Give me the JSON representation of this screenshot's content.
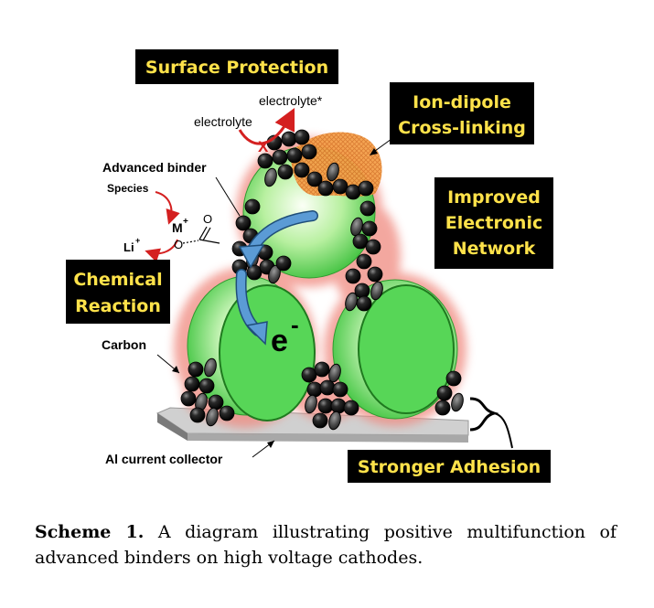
{
  "labels": {
    "surface_protection": "Surface Protection",
    "ion_dipole_line1": "Ion-dipole",
    "ion_dipole_line2": "Cross-linking",
    "improved_line1": "Improved",
    "improved_line2": "Electronic",
    "improved_line3": "Network",
    "chemical_line1": "Chemical",
    "chemical_line2": "Reaction",
    "stronger_adhesion": "Stronger Adhesion",
    "electrolyte": "electrolyte",
    "electrolyte_star": "electrolyte*",
    "cross_mark": "X",
    "advanced_binder": "Advanced binder",
    "species": "Species",
    "m_plus": "M",
    "li_plus": "Li",
    "plus": "+",
    "oxygen": "O",
    "electron": "e",
    "minus": "-",
    "carbon": "Carbon",
    "al_collector": "Al current collector"
  },
  "caption": {
    "label": "Scheme 1.",
    "text": " A diagram illustrating positive multifunction of advanced binders on high voltage cathodes."
  },
  "colors": {
    "label_bg": "#000000",
    "label_text": "#ffe24a",
    "arrow_red": "#d42020",
    "arrow_blue": "#5b9bd5",
    "particle_green": "#3fd03f",
    "binder_pink": "#f08a80",
    "orange_patch": "#f59a33"
  }
}
